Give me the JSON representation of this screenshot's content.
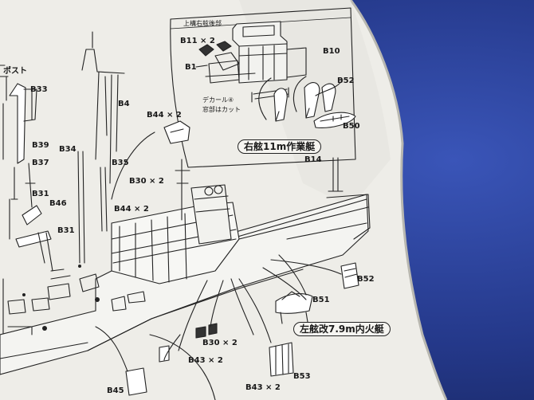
{
  "inset": {
    "header": "上構右舷後部",
    "note_decal": "デカール④",
    "note_cut": "窓部はカット",
    "caption": "右舷11m作業艇"
  },
  "callouts": {
    "left_caption": "左舷改7.9m内火艇"
  },
  "labels": {
    "b11_x2": "B11 × 2",
    "b1": "B1",
    "b10": "B10",
    "b52_top": "B52",
    "b50": "B50",
    "post": "ポスト",
    "b33": "B33",
    "b4": "B4",
    "b44_x2_top": "B44 × 2",
    "b39": "B39",
    "b34": "B34",
    "b37": "B37",
    "b35": "B35",
    "b14": "B14",
    "b30_x2_top": "B30 × 2",
    "b31_a": "B31",
    "b46": "B46",
    "b44_x2_mid": "B44 × 2",
    "b31_b": "B31",
    "b52_right": "B52",
    "b51": "B51",
    "b30_x2_bottom": "B30 × 2",
    "b43_x2_a": "B43 × 2",
    "b53": "B53",
    "b45": "B45",
    "b43_x2_b": "B43 × 2"
  }
}
